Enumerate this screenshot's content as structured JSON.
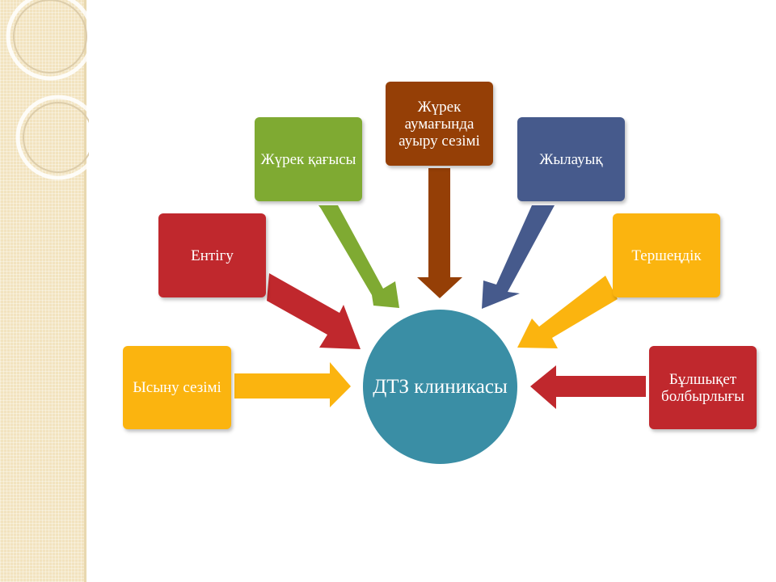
{
  "diagram": {
    "center": {
      "label": "ДТЗ клиникасы",
      "color": "#3a8ea5"
    },
    "nodes": [
      {
        "id": "ysynu",
        "label": "Ысыну сезімі",
        "color": "#fbb40f"
      },
      {
        "id": "entigu",
        "label": "Ентігу",
        "color": "#c0282d"
      },
      {
        "id": "zhurek-kagysy",
        "label": "Жүрек қағысы",
        "color": "#7faa32"
      },
      {
        "id": "zhurek-auyru",
        "label": "Жүрек аумағында ауыру сезімі",
        "color": "#953f06"
      },
      {
        "id": "zhylauyk",
        "label": "Жылауық",
        "color": "#465a8c"
      },
      {
        "id": "tershendik",
        "label": "Тершеңдік",
        "color": "#fbb40f"
      },
      {
        "id": "bulshyket",
        "label": "Бұлшықет болбырлығы",
        "color": "#c0282d"
      }
    ]
  }
}
